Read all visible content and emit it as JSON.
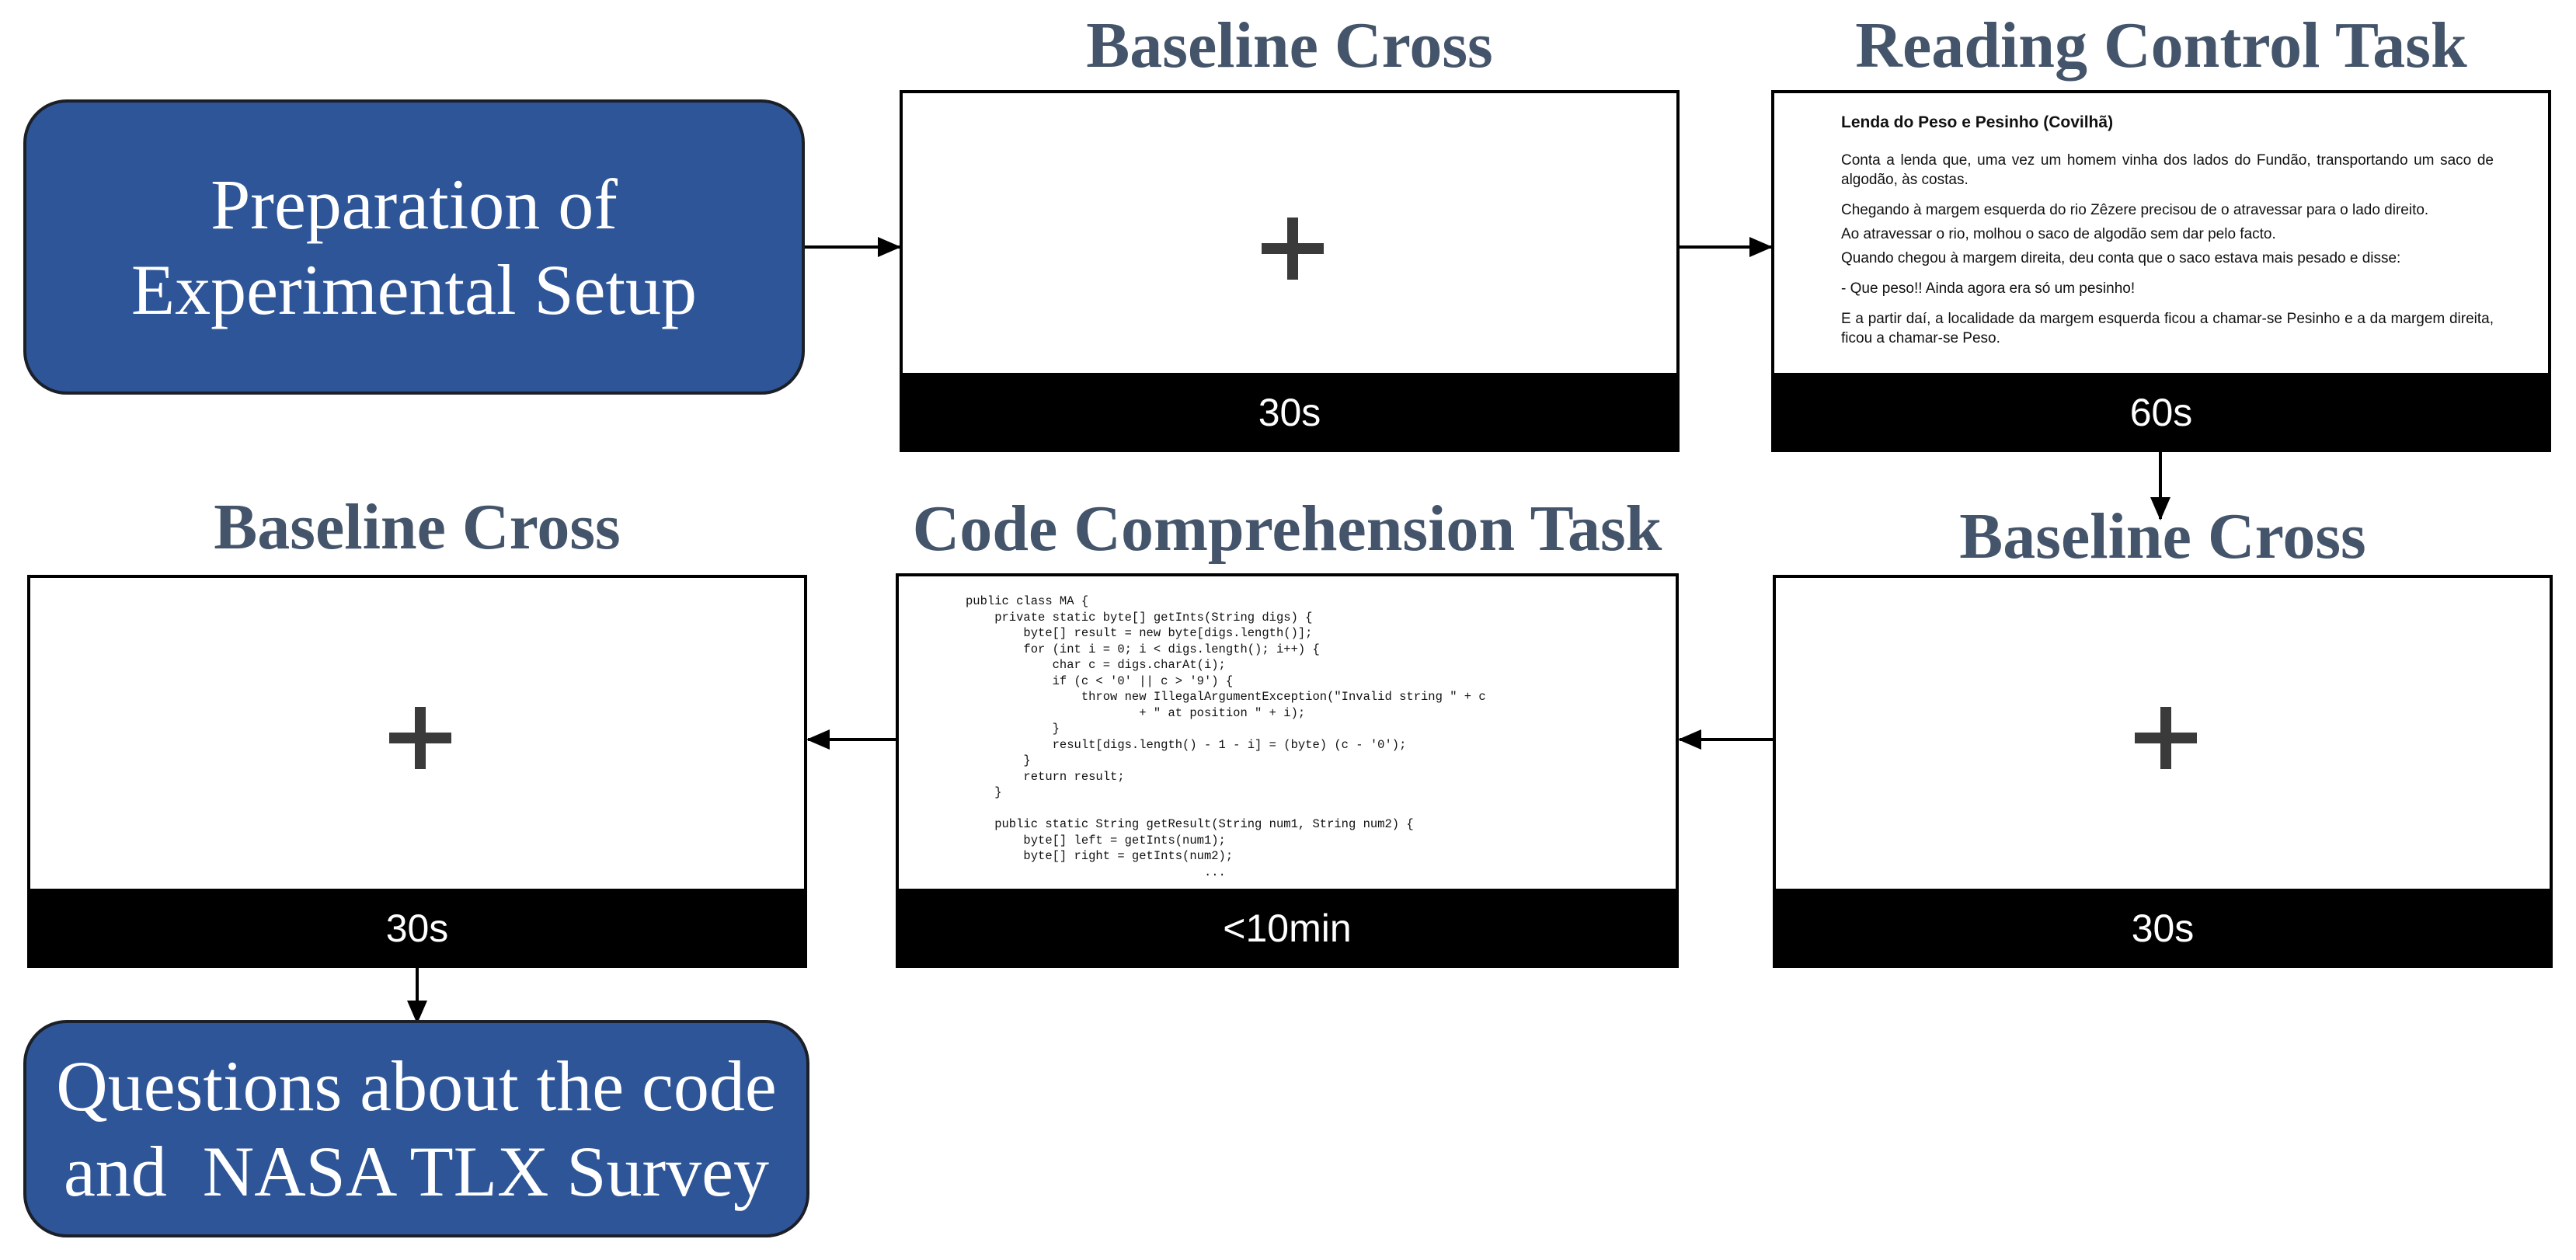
{
  "steps": {
    "preparation": {
      "line1": "Preparation of",
      "line2": "Experimental Setup"
    },
    "baseline1": {
      "title": "Baseline Cross",
      "duration": "30s"
    },
    "reading": {
      "title": "Reading Control Task",
      "duration": "60s",
      "text_title": "Lenda do Peso e Pesinho (Covilhã)",
      "paragraphs": [
        "Conta a lenda que, uma vez um homem vinha dos lados do Fundão, transportando um saco de algodão, às costas.",
        "Chegando à margem esquerda do rio Zêzere precisou de o atravessar para o lado direito.",
        "Ao atravessar o rio, molhou o saco de algodão sem dar pelo facto.",
        "Quando chegou à margem direita, deu conta que o saco estava mais pesado e disse:",
        "- Que peso!! Ainda agora era só um pesinho!",
        "E a partir daí, a localidade da margem esquerda ficou a chamar-se Pesinho e a da margem direita, ficou a chamar-se Peso."
      ]
    },
    "baseline2": {
      "title": "Baseline Cross",
      "duration": "30s"
    },
    "code": {
      "title": "Code Comprehension Task",
      "duration": "<10min",
      "lines": [
        "public class MA {",
        "    private static byte[] getInts(String digs) {",
        "        byte[] result = new byte[digs.length()];",
        "        for (int i = 0; i < digs.length(); i++) {",
        "            char c = digs.charAt(i);",
        "            if (c < '0' || c > '9') {",
        "                throw new IllegalArgumentException(\"Invalid string \" + c",
        "                        + \" at position \" + i);",
        "            }",
        "            result[digs.length() - 1 - i] = (byte) (c - '0');",
        "        }",
        "        return result;",
        "    }",
        "",
        "    public static String getResult(String num1, String num2) {",
        "        byte[] left = getInts(num1);",
        "        byte[] right = getInts(num2);",
        "                                 ..."
      ]
    },
    "baseline3": {
      "title": "Baseline Cross",
      "duration": "30s"
    },
    "questions": {
      "line1": "Questions about the code",
      "line2": "and  NASA TLX Survey"
    }
  },
  "colors": {
    "box_fill": "#2e5597",
    "title_color": "#44546a"
  }
}
